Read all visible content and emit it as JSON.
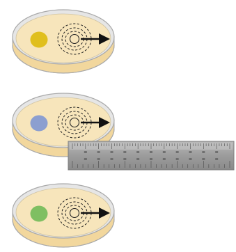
{
  "figure": {
    "plates": [
      {
        "id": "plate-1",
        "spot_color": "#e0bf1e",
        "ring_count": 3
      },
      {
        "id": "plate-2",
        "spot_color": "#8c9fd0",
        "ring_count": 3
      },
      {
        "id": "plate-3",
        "spot_color": "#7fbf62",
        "ring_count": 3
      }
    ],
    "colors": {
      "agar": "#f7e5bb",
      "agar_side": "#f2d79d",
      "dish_rim": "#e6e6e6",
      "outline": "#a9a9a9",
      "ruler_body": "#9a9a9a",
      "ruler_markings": "#4a4a4a"
    },
    "icons": {
      "arrow": "arrow-right-icon",
      "ruler": "ruler-icon"
    }
  }
}
